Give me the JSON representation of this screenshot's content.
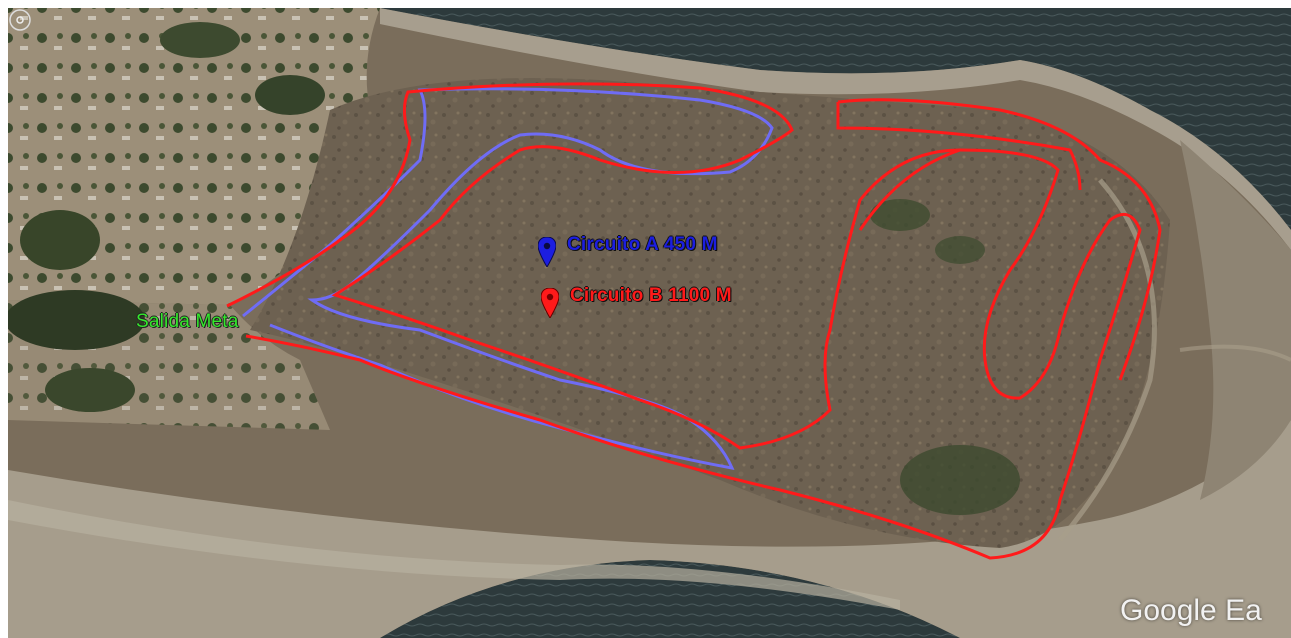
{
  "map": {
    "labels": {
      "circuit_a": "Circuito A 450 M",
      "circuit_b": "Circuito B 1100 M",
      "start_finish": "Salida Meta"
    },
    "watermark": "Google Ea",
    "colors": {
      "circuit_a": "#1c1ee0",
      "circuit_a_route": "#6f6cf5",
      "circuit_b": "#ff1a1a",
      "start_finish": "#34e82c"
    },
    "icons": {
      "circuit_a_marker": "map-pin-icon",
      "circuit_b_marker": "map-pin-icon",
      "compass": "compass-icon"
    }
  }
}
